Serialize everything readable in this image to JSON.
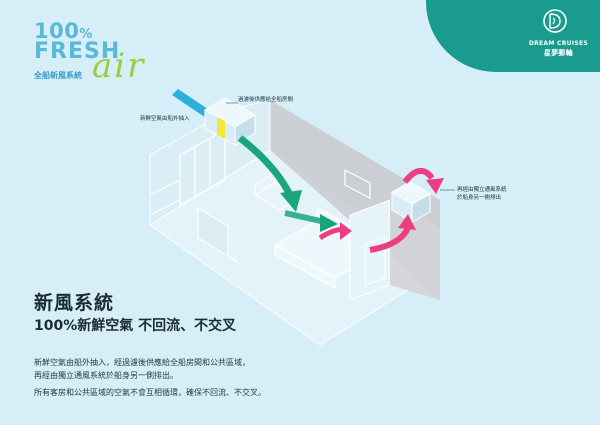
{
  "branding": {
    "percent": "100",
    "percent_sign": "%",
    "fresh": "FRESH",
    "air": "air",
    "subtitle": "全船新風系統",
    "logo_line1": "DREAM CRUISES",
    "logo_line2": "星夢郵輪"
  },
  "callouts": {
    "filter": "過濾後供應給全船房間",
    "intake": "新鮮空氣由船外抽入",
    "exhaust_line1": "再經由獨立通風系統",
    "exhaust_line2": "於船身另一側排出"
  },
  "section": {
    "title": "新風系統",
    "subtitle": "100%新鮮空氣 不回流、不交叉"
  },
  "description": {
    "line1": "新鮮空氣由船外抽入，經過濾後供應給全船房間和公共區域，",
    "line2": "再經由獨立通風系統於船身另一側排出。",
    "line3": "所有客房和公共區域的空氣不會互相循環，確保不回流、不交叉。"
  },
  "colors": {
    "background": "#d6eef8",
    "intake_arrow": "#2bb0d8",
    "supply_arrow": "#1aa57a",
    "exhaust_arrow": "#ee3e83",
    "filter": "#f4e83a",
    "brand_teal": "#1a9b90",
    "brand_green": "#9ccd3c"
  }
}
